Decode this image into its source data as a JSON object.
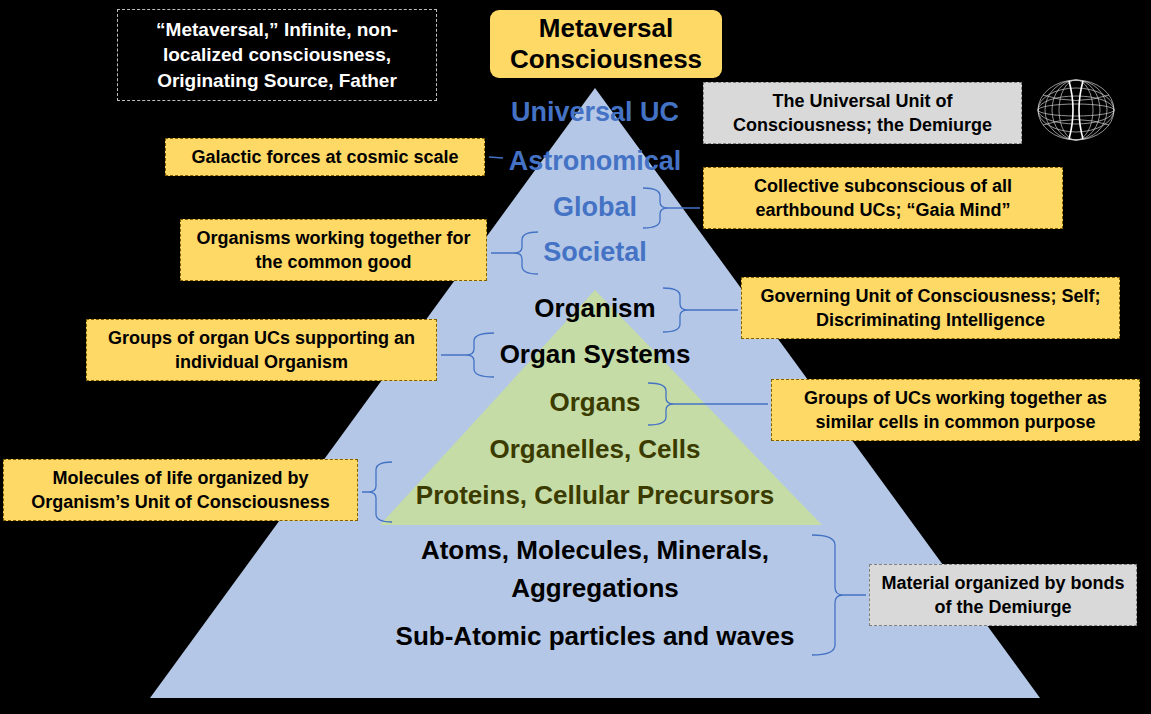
{
  "diagram": {
    "nodes": [
      {
        "text": [
          "“Metaversal,” Infinite, non-localized consciousness, Originating Source, Father"
        ]
      },
      {
        "text": [
          "Metaversal Consciousness"
        ]
      },
      {
        "text": [
          "The Universal Unit of Consciousness; the Demiurge"
        ]
      },
      {
        "text": [
          "Galactic forces at cosmic scale"
        ]
      },
      {
        "text": [
          "Collective subconscious of all earthbound UCs; “Gaia Mind”"
        ]
      },
      {
        "text": [
          "Organisms working together for the common good"
        ]
      },
      {
        "text": [
          "Universal UC",
          "Astronomical",
          "Global",
          "Societal",
          "Organism",
          "Organ Systems",
          "Atoms, Molecules, Minerals, Aggregations",
          "Sub-Atomic particles and waves"
        ]
      },
      {
        "text": [
          "Organs",
          "Organelles, Cells",
          "Proteins, Cellular Precursors"
        ],
        "in": 6
      },
      {
        "text": [
          "Governing Unit of Consciousness; Self; Discriminating Intelligence"
        ]
      },
      {
        "text": [
          "Groups of organ UCs supporting an individual Organism"
        ]
      },
      {
        "text": [
          "Groups of UCs working together as similar cells in common purpose"
        ]
      },
      {
        "text": [
          "Molecules of life organized by Organism’s Unit of Consciousness"
        ]
      },
      {
        "text": [
          "Material organized by bonds of the Demiurge"
        ]
      }
    ]
  }
}
